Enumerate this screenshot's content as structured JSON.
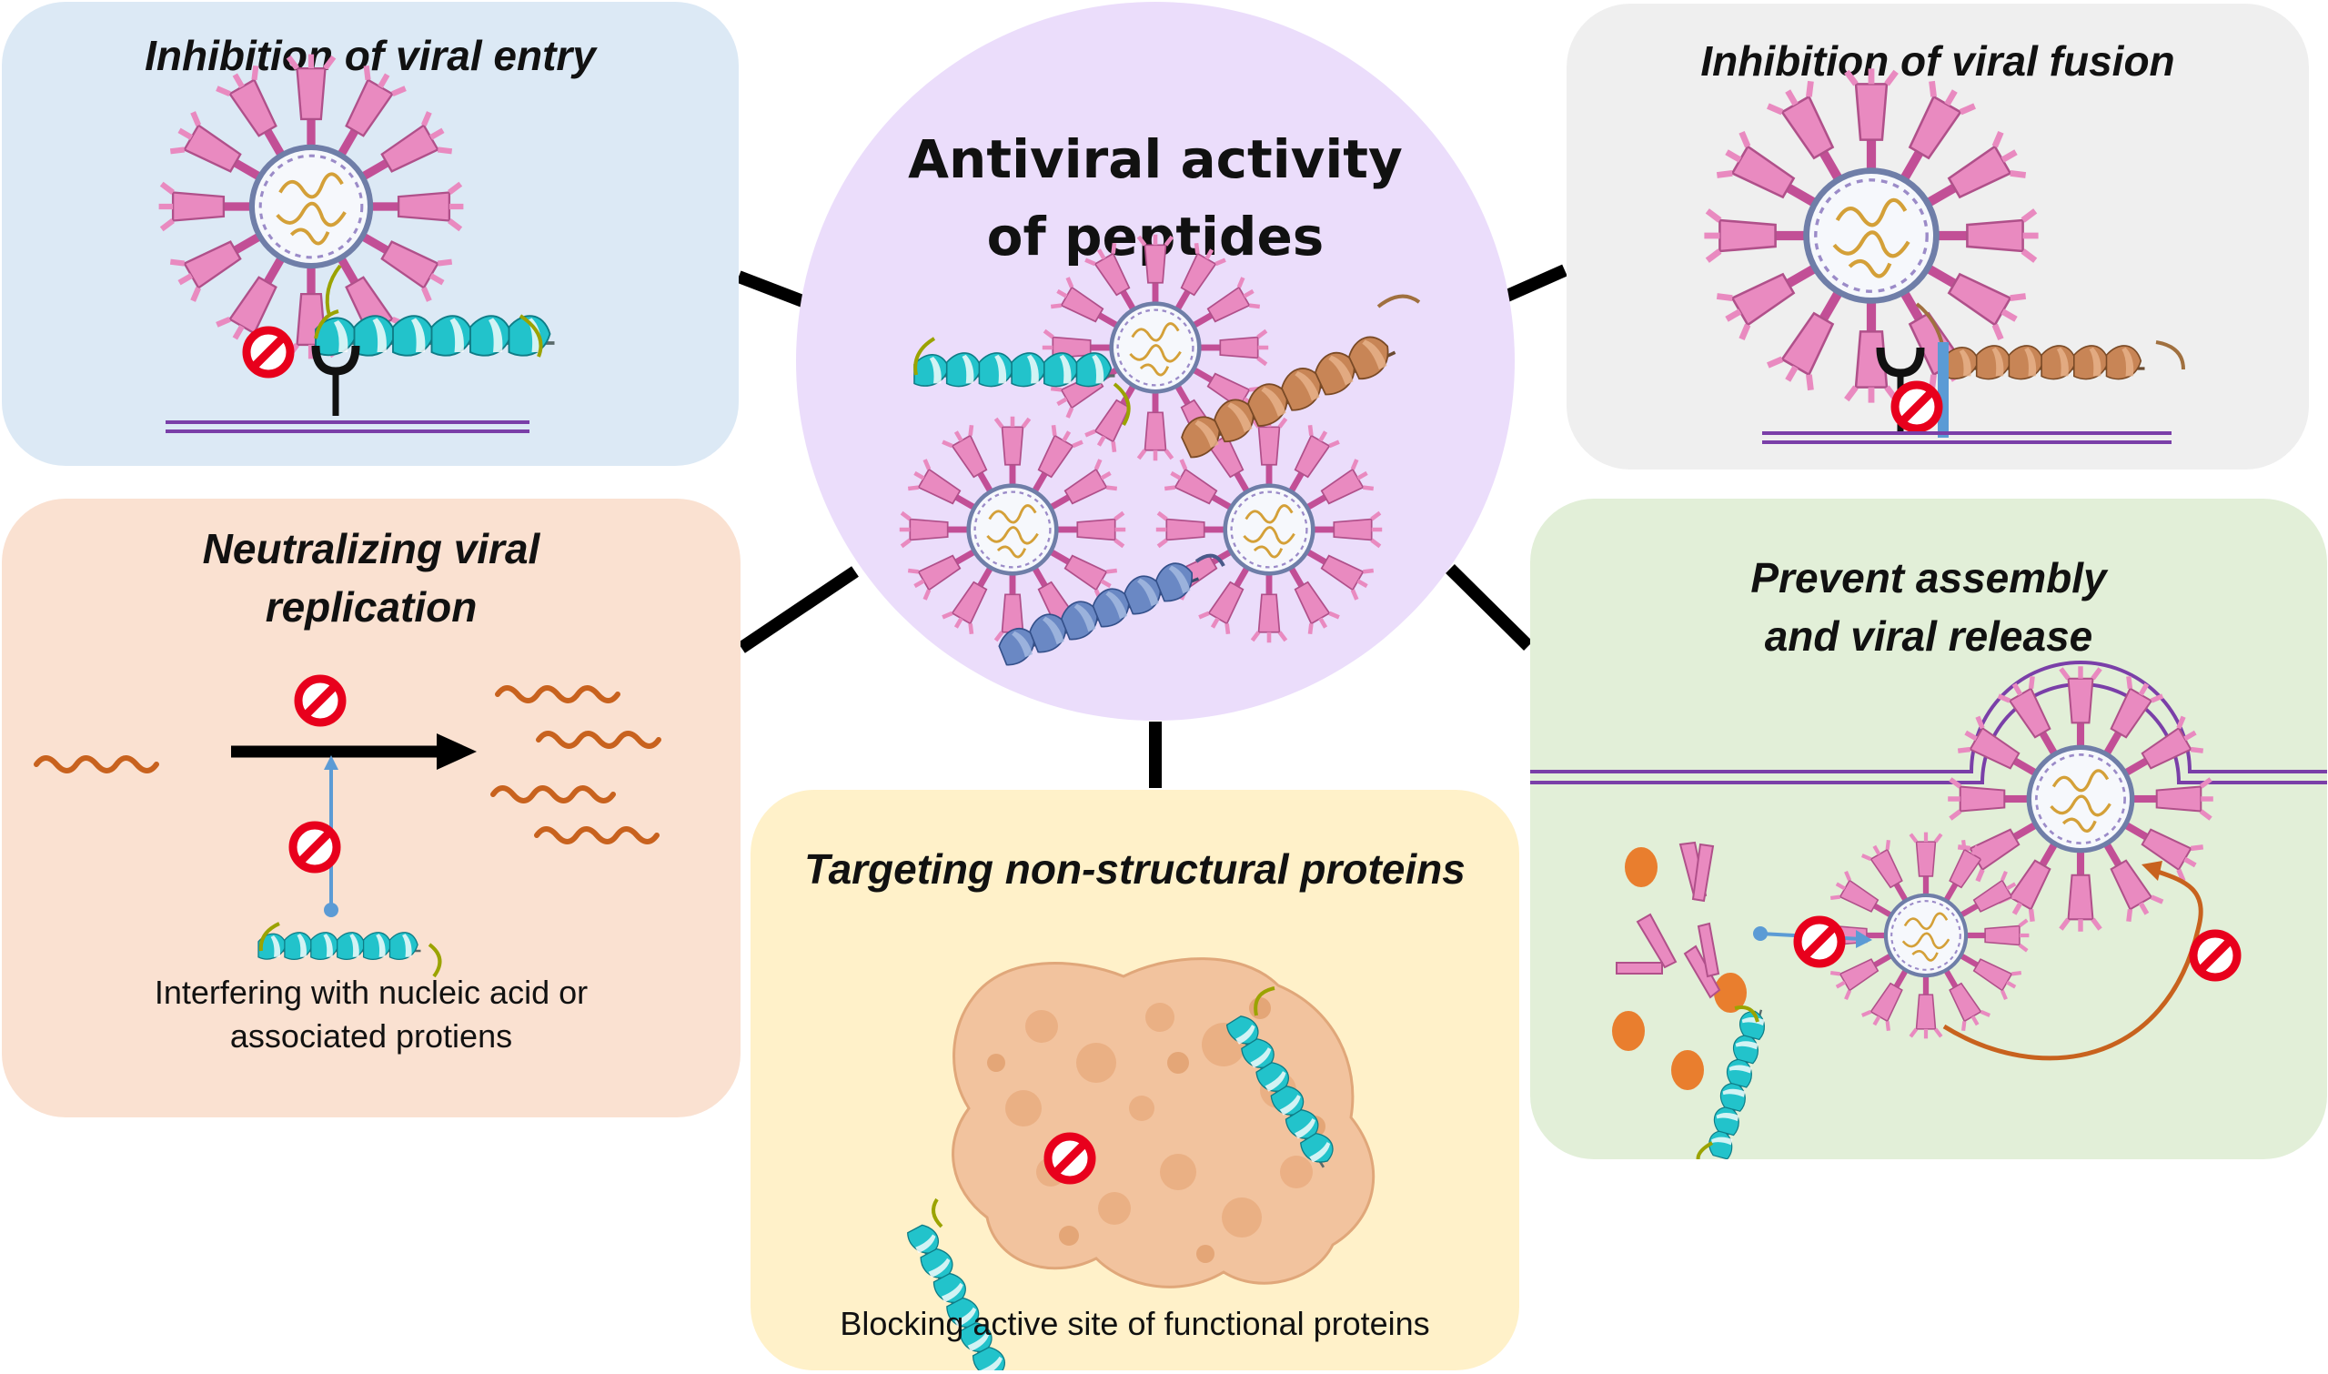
{
  "center": {
    "title_line1": "Antiviral activity",
    "title_line2": "of peptides",
    "fill": "#EBDDFB"
  },
  "panels": {
    "viral_entry": {
      "title": "Inhibition of viral entry",
      "fill": "#DCE9F5"
    },
    "viral_fusion": {
      "title": "Inhibition of viral fusion",
      "fill": "#EFEFEF"
    },
    "replication": {
      "title_line1": "Neutralizing viral",
      "title_line2": "replication",
      "caption_line1": "Interfering with nucleic acid or",
      "caption_line2": "associated protiens",
      "fill": "#FAE1D1"
    },
    "assembly": {
      "title_line1": "Prevent assembly",
      "title_line2": "and viral release",
      "fill": "#E2EFD8"
    },
    "nonstructural": {
      "title": "Targeting non-structural proteins",
      "caption": "Blocking active site of functional proteins",
      "fill": "#FFF1C9"
    }
  },
  "colors": {
    "helix_cyan": "#22C3CB",
    "helix_brown": "#C88556",
    "helix_blue": "#6A88C4",
    "spike_pink": "#E98AC0",
    "membrane_purple": "#7A3FA8",
    "inhibit_red": "#E8001C",
    "rna_orange": "#C8621E",
    "protein_peach": "#F2C39E",
    "connector_black": "#000000"
  },
  "icons": [
    "virus-icon",
    "helix-peptide-icon",
    "inhibition-icon",
    "receptor-icon",
    "rna-strand-icon",
    "protein-surface-icon"
  ]
}
